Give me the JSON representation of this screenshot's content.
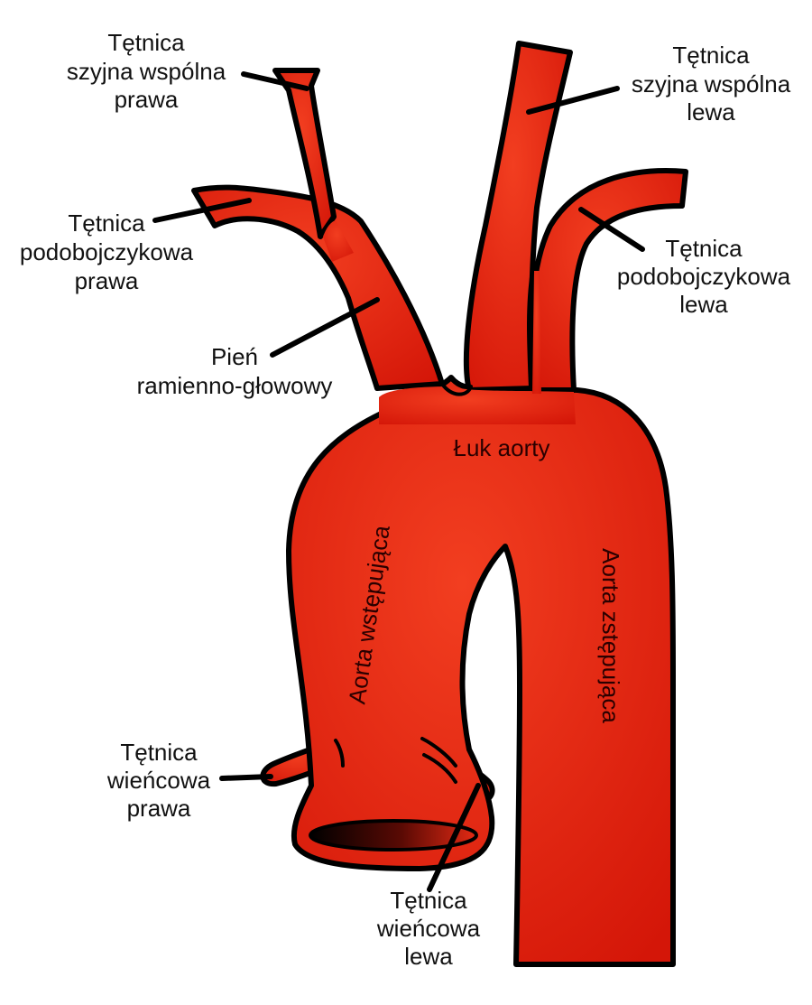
{
  "colors": {
    "artery_fill_light": "#f03a1e",
    "artery_fill_dark": "#d01408",
    "outline": "#000000",
    "lumen_dark": "#000000",
    "lumen_light": "#e42a14"
  },
  "labels": {
    "right_common_carotid": [
      "Tętnica",
      "szyjna wspólna",
      "prawa"
    ],
    "left_common_carotid": [
      "Tętnica",
      "szyjna wspólna",
      "lewa"
    ],
    "right_subclavian": [
      "Tętnica",
      "podobojczykowa",
      "prawa"
    ],
    "left_subclavian": [
      "Tętnica",
      "podobojczykowa",
      "lewa"
    ],
    "brachiocephalic_trunk": [
      "Pień",
      "ramienno-głowowy"
    ],
    "right_coronary": [
      "Tętnica",
      "wieńcowa",
      "prawa"
    ],
    "left_coronary": [
      "Tętnica",
      "wieńcowa",
      "lewa"
    ]
  },
  "inner_labels": {
    "aortic_arch": "Łuk aorty",
    "ascending_aorta": "Aorta wstępująca",
    "descending_aorta": "Aorta zstępująca"
  }
}
